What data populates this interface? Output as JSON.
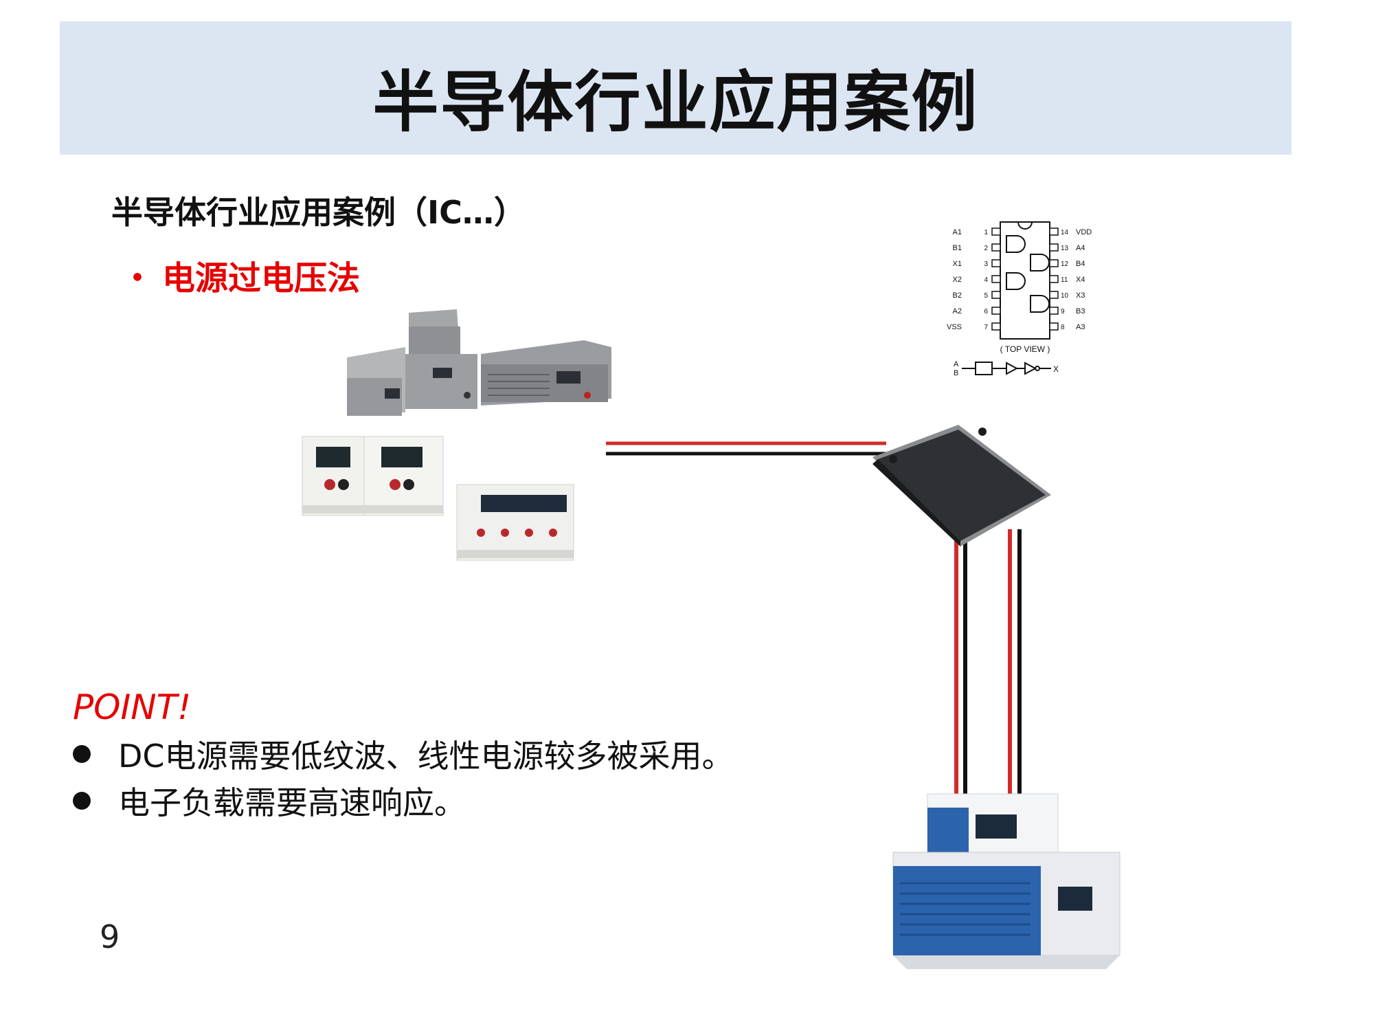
{
  "header": {
    "title": "半导体行业应用案例"
  },
  "content": {
    "subtitle": "半导体行业应用案例（IC…）",
    "method": {
      "bullet": "・",
      "label": "电源过电压法"
    },
    "point": {
      "heading": "POINT!",
      "items": [
        "DC电源需要低纹波、线性电源较多被采用。",
        "电子负载需要高速响应。"
      ]
    }
  },
  "footer": {
    "page_number": "9"
  },
  "ic_diagram": {
    "left_pins": [
      "A1",
      "B1",
      "X1",
      "X2",
      "B2",
      "A2",
      "VSS"
    ],
    "left_nums": [
      "1",
      "2",
      "3",
      "4",
      "5",
      "6",
      "7"
    ],
    "right_nums": [
      "14",
      "13",
      "12",
      "11",
      "10",
      "9",
      "8"
    ],
    "right_pins": [
      "VDD",
      "A4",
      "B4",
      "X4",
      "X3",
      "B3",
      "A3"
    ],
    "view_label": "( TOP VIEW )",
    "logic_inputs": [
      "A",
      "B"
    ],
    "logic_output": "X"
  },
  "colors": {
    "title_bg": "#dce6f2",
    "accent_red": "#e60000",
    "cable_red": "#d32a2a",
    "cable_black": "#111111",
    "load_blue": "#2c63ad"
  }
}
